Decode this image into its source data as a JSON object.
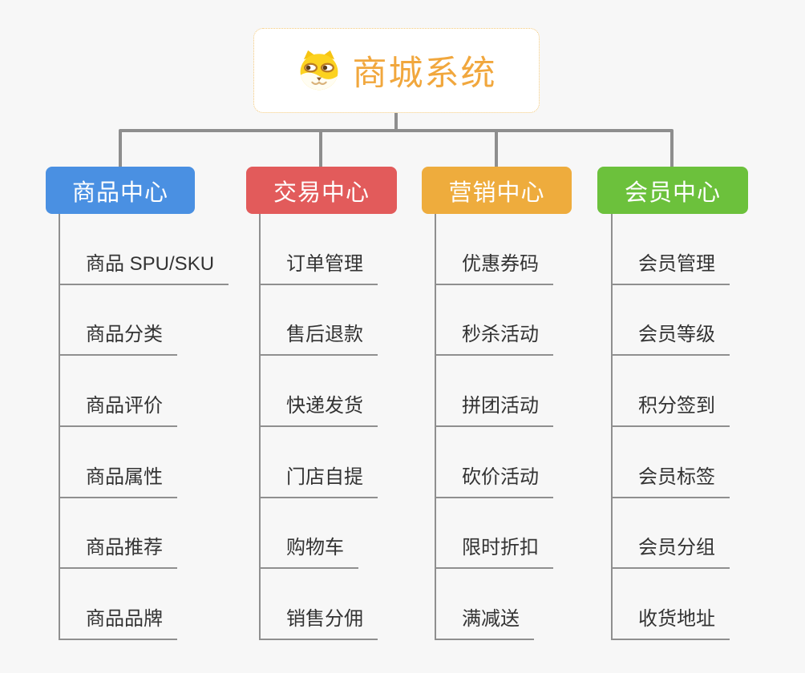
{
  "canvas": {
    "background": "#f7f7f7",
    "connector_color": "#8e8e8e",
    "leaf_line_color": "#8f8f8f",
    "leaf_text_color": "#333333"
  },
  "root": {
    "title": "商城系统",
    "icon": "dog-face-icon",
    "text_color": "#f1a73d",
    "border_color": "#f3c879"
  },
  "branches": [
    {
      "label": "商品中心",
      "color": "#4a90e2",
      "items": [
        "商品 SPU/SKU",
        "商品分类",
        "商品评价",
        "商品属性",
        "商品推荐",
        "商品品牌"
      ]
    },
    {
      "label": "交易中心",
      "color": "#e25b5b",
      "items": [
        "订单管理",
        "售后退款",
        "快递发货",
        "门店自提",
        "购物车",
        "销售分佣"
      ]
    },
    {
      "label": "营销中心",
      "color": "#eeac3d",
      "items": [
        "优惠券码",
        "秒杀活动",
        "拼团活动",
        "砍价活动",
        "限时折扣",
        "满减送"
      ]
    },
    {
      "label": "会员中心",
      "color": "#6cc13c",
      "items": [
        "会员管理",
        "会员等级",
        "积分签到",
        "会员标签",
        "会员分组",
        "收货地址"
      ]
    }
  ]
}
